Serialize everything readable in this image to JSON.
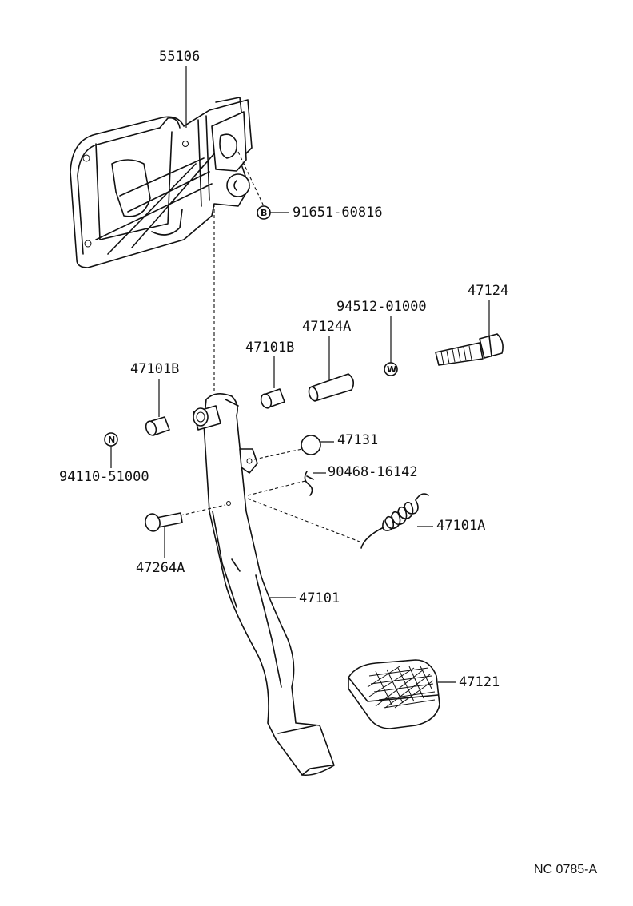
{
  "diagram_id": "NC 0785-A",
  "parts": {
    "bracket": "55106",
    "bracket_bolt": "91651-60816",
    "bracket_bolt_callout": "B",
    "bolt": "47124",
    "washer": "94512-01000",
    "washer_callout": "W",
    "pin_sleeve": "47124A",
    "bushing_upper": "47101B",
    "bushing_lower": "47101B",
    "nut": "94110-51000",
    "nut_callout": "N",
    "stopper": "47131",
    "clip": "90468-16142",
    "return_spring": "47101A",
    "pin": "47264A",
    "pedal_arm": "47101",
    "pedal_pad": "47121"
  }
}
